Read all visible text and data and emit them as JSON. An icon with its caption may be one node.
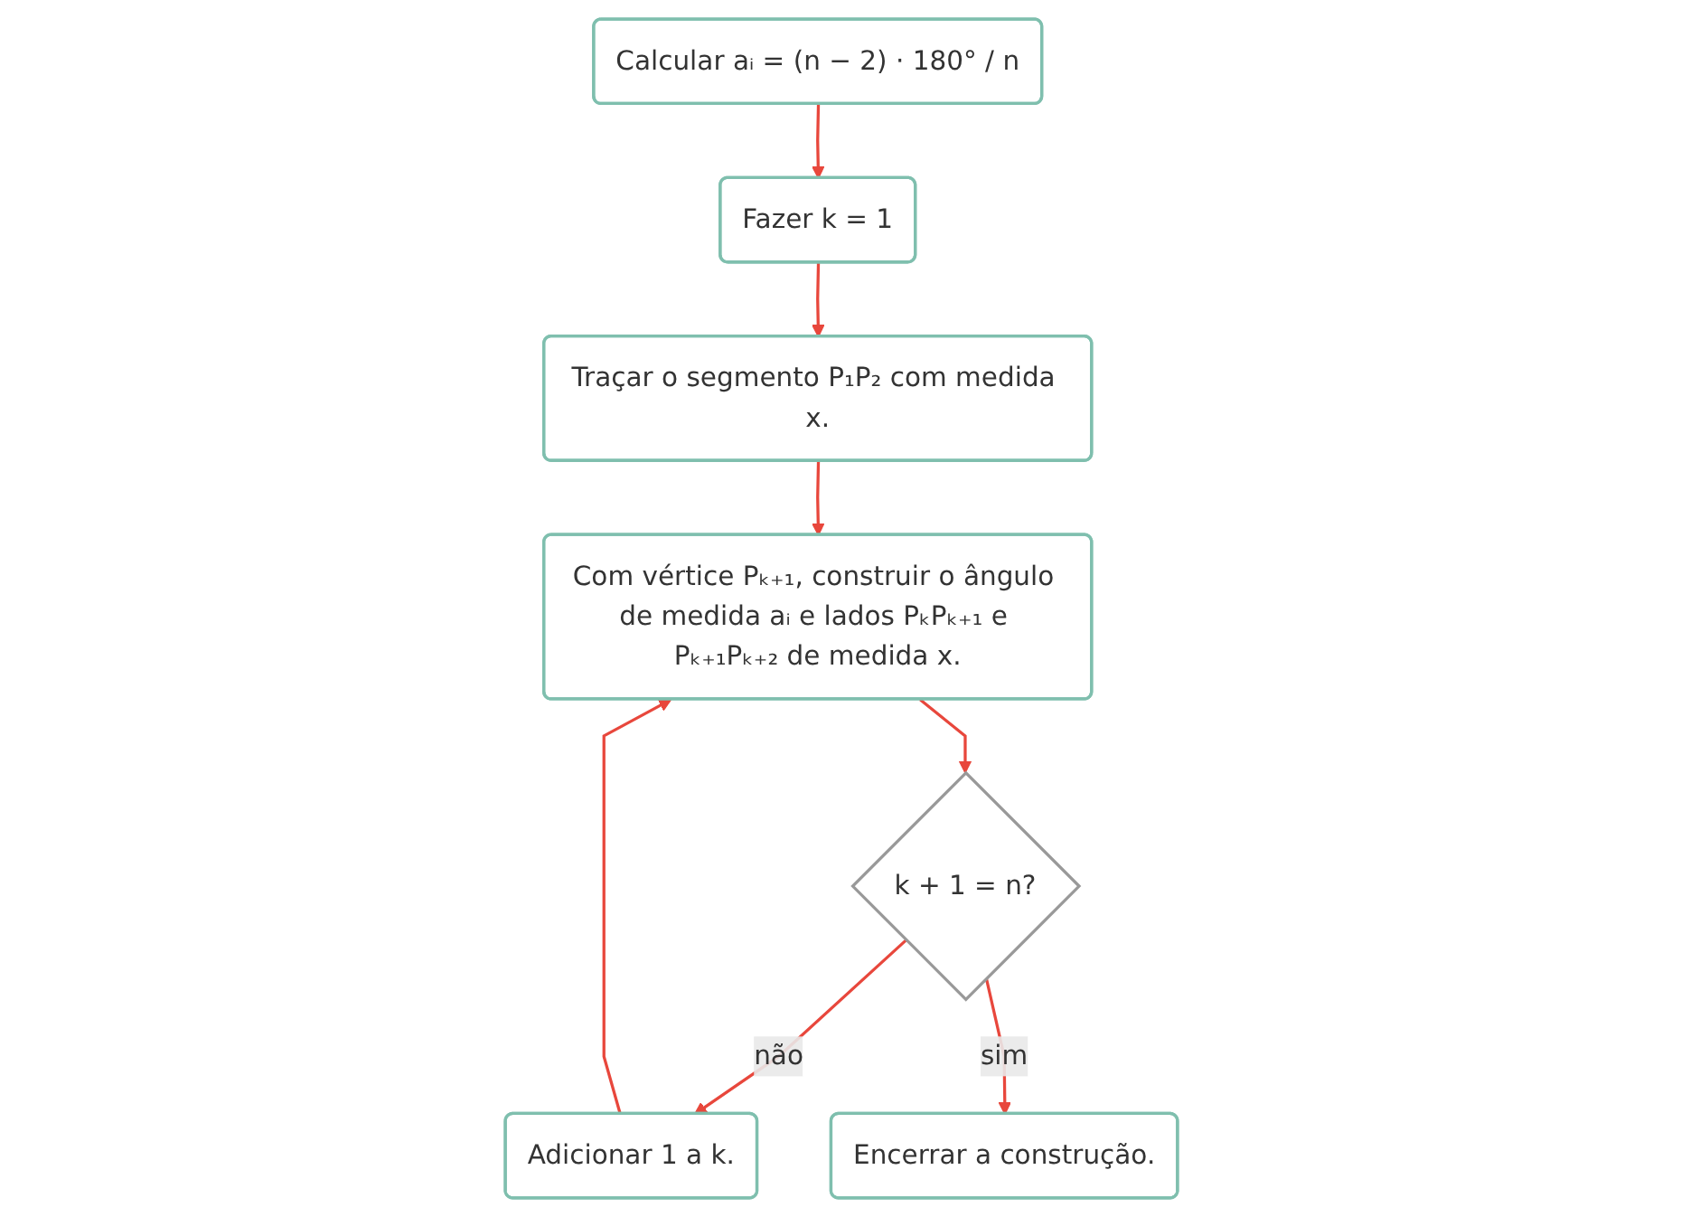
{
  "diagram": {
    "nodes": [
      {
        "text": [
          "Calcular aᵢ = (n − 2) · 180° / n"
        ]
      },
      {
        "text": [
          "Fazer k = 1"
        ]
      },
      {
        "text": [
          "Traçar o segmento P₁P₂ com medida x."
        ]
      },
      {
        "text": [
          "Com vértice Pₖ₊₁, construir o ângulo de medida aᵢ e lados PₖPₖ₊₁ e Pₖ₊₁Pₖ₊₂ de medida x."
        ]
      },
      {
        "text": [
          "k + 1 = n?"
        ]
      },
      {
        "text": [
          "Adicionar 1 a k."
        ]
      },
      {
        "text": [
          "Encerrar a construção."
        ]
      }
    ],
    "edges": [
      {
        "from": 0,
        "to": 1,
        "arrow": "to"
      },
      {
        "from": 1,
        "to": 2,
        "arrow": "to"
      },
      {
        "from": 2,
        "to": 3,
        "arrow": "to"
      },
      {
        "from": 3,
        "to": 4,
        "arrow": "to"
      },
      {
        "from": 4,
        "to": 5,
        "arrow": "to",
        "label": "não"
      },
      {
        "from": 4,
        "to": 6,
        "arrow": "to",
        "label": "sim"
      },
      {
        "from": 5,
        "to": 3,
        "arrow": "to"
      }
    ]
  }
}
